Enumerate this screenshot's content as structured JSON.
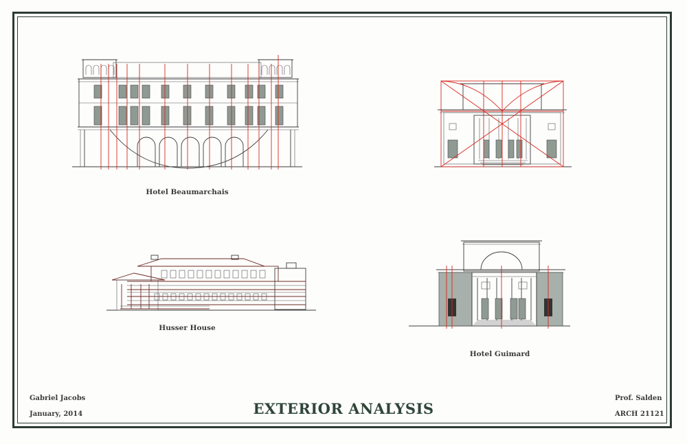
{
  "sheet": {
    "title": "EXTERIOR ANALYSIS",
    "author": "Gabriel Jacobs",
    "date": "January, 2014",
    "professor": "Prof. Salden",
    "course": "ARCH 21121"
  },
  "drawings": [
    {
      "id": "beaumarchais",
      "caption": "Hotel Beaumarchais"
    },
    {
      "id": "guimard-proportion",
      "caption": ""
    },
    {
      "id": "husser",
      "caption": "Husser House"
    },
    {
      "id": "guimard",
      "caption": "Hotel Guimard"
    }
  ],
  "colors": {
    "frame": "#2c3a31",
    "line": "#3b3b3b",
    "analysis": "#d6281f",
    "fill": "#a7b0aa",
    "title": "#2f4538"
  }
}
